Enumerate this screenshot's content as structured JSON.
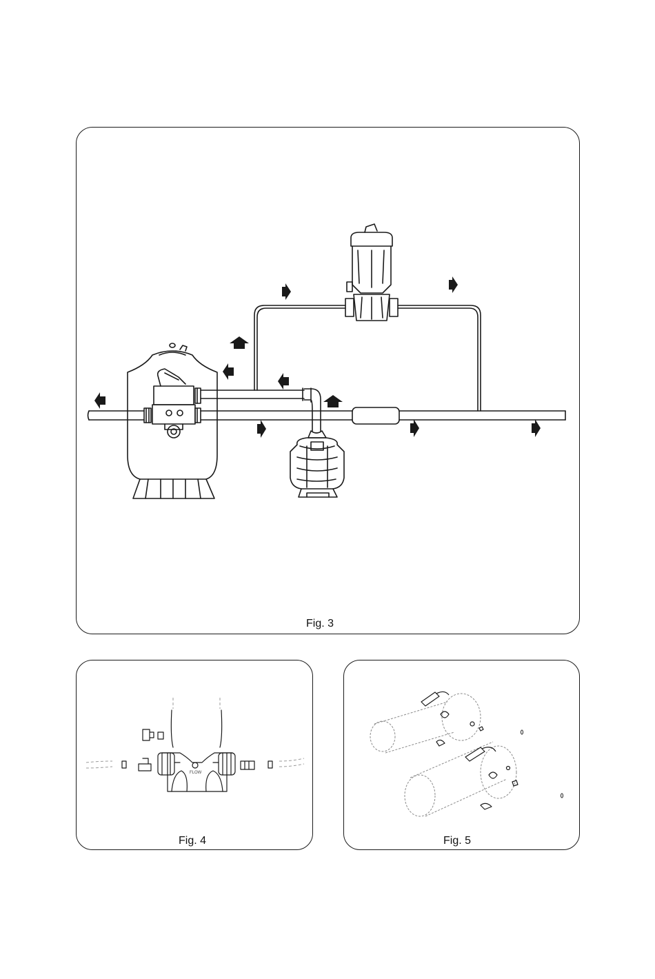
{
  "figures": {
    "fig3": {
      "caption": "Fig. 3"
    },
    "fig4": {
      "caption": "Fig. 4",
      "flow_label": "FLOW"
    },
    "fig5": {
      "caption": "Fig. 5"
    }
  },
  "colors": {
    "line": "#1a1a1a",
    "paper": "#ffffff",
    "faint": "#9a9a9a"
  }
}
